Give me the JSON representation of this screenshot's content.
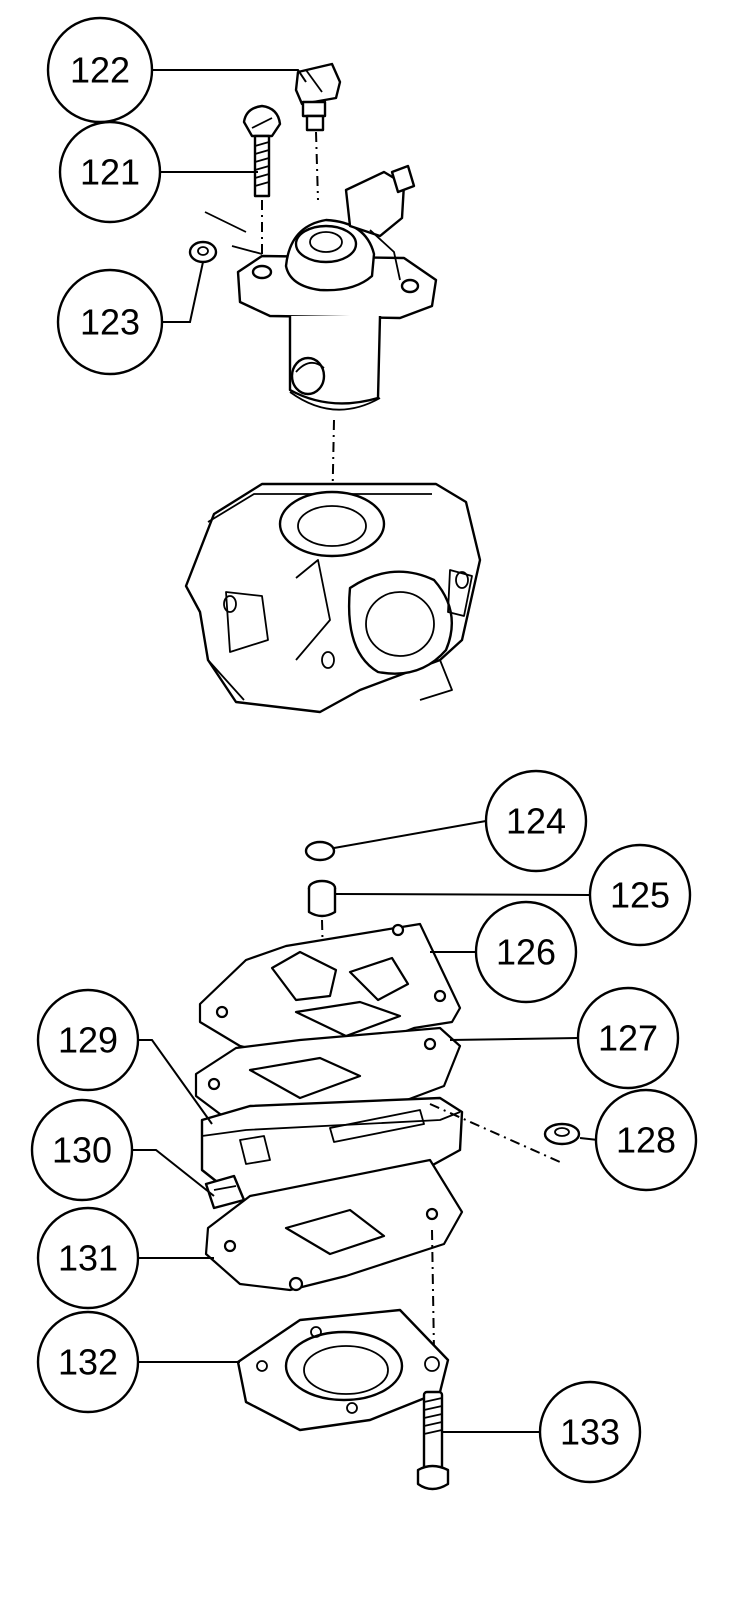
{
  "callouts": [
    {
      "id": "122",
      "label": "122",
      "part": "pilot-screw"
    },
    {
      "id": "121",
      "label": "121",
      "part": "mounting-screw"
    },
    {
      "id": "123",
      "label": "123",
      "part": "washer"
    },
    {
      "id": "124",
      "label": "124",
      "part": "o-ring"
    },
    {
      "id": "125",
      "label": "125",
      "part": "main-jet"
    },
    {
      "id": "126",
      "label": "126",
      "part": "upper-gasket"
    },
    {
      "id": "127",
      "label": "127",
      "part": "middle-gasket"
    },
    {
      "id": "128",
      "label": "128",
      "part": "plug"
    },
    {
      "id": "129",
      "label": "129",
      "part": "pump-body"
    },
    {
      "id": "130",
      "label": "130",
      "part": "fitting"
    },
    {
      "id": "131",
      "label": "131",
      "part": "lower-gasket"
    },
    {
      "id": "132",
      "label": "132",
      "part": "diaphragm-cover"
    },
    {
      "id": "133",
      "label": "133",
      "part": "cover-screw"
    }
  ]
}
